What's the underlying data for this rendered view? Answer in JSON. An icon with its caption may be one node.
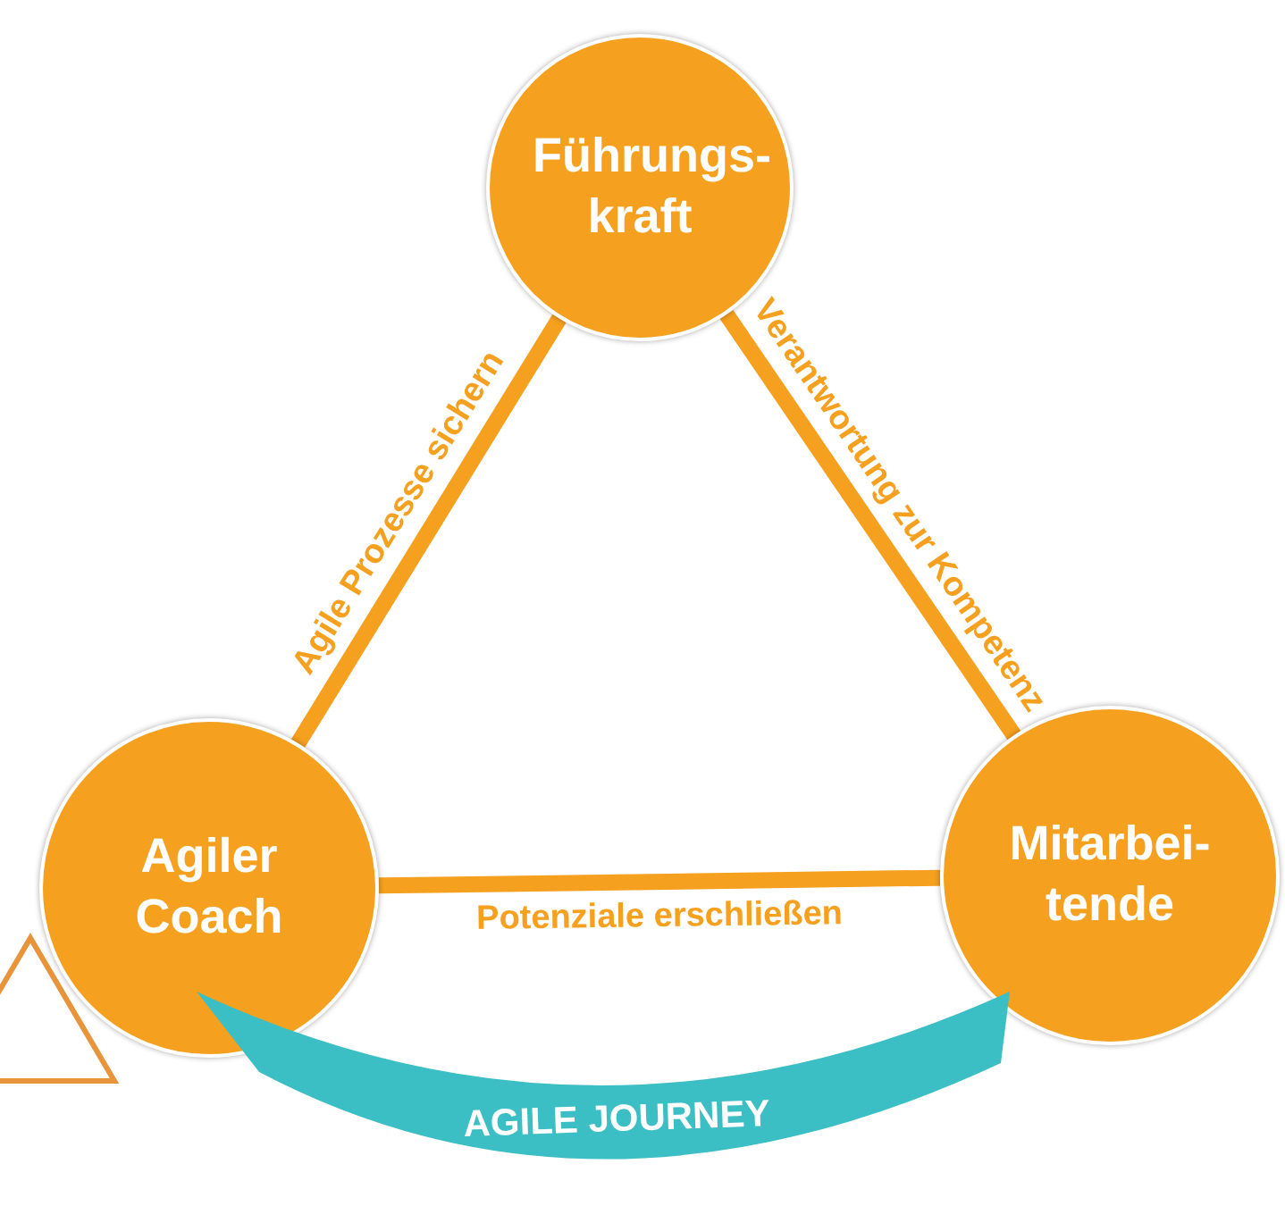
{
  "diagram": {
    "nodes": [
      {
        "text": [
          "Führungs- kraft"
        ]
      },
      {
        "text": [
          "Agiler Coach"
        ]
      },
      {
        "text": [
          "Mitarbei- tende"
        ]
      },
      {
        "text": [
          "AGILE JOURNEY"
        ]
      }
    ],
    "edges": [
      {
        "from": 0,
        "to": 1,
        "arrow": "none",
        "label": "Agile Prozesse sichern"
      },
      {
        "from": 0,
        "to": 2,
        "arrow": "none",
        "label": "Verantwortung zur Kompetenz"
      },
      {
        "from": 1,
        "to": 2,
        "arrow": "none",
        "label": "Potenziale erschließen"
      }
    ]
  }
}
